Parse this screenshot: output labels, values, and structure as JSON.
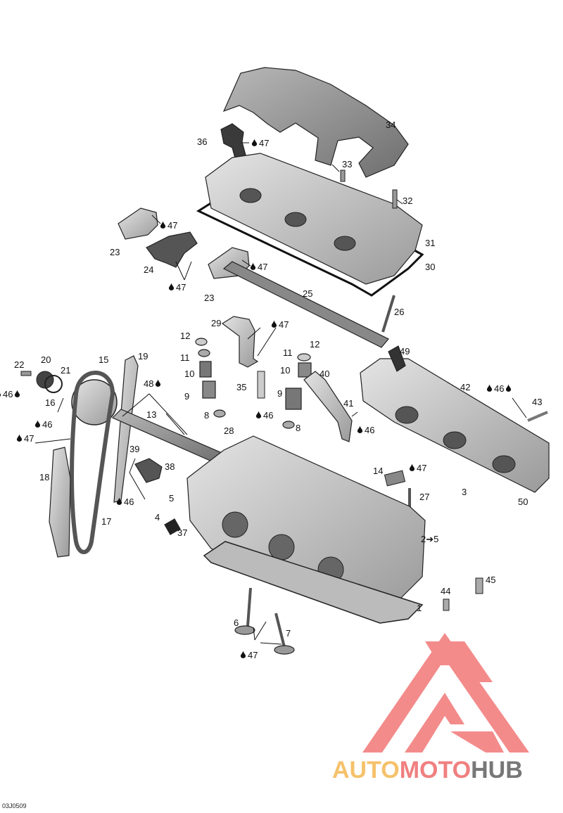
{
  "diagram_code": "03J0509",
  "watermark": {
    "part1": "AUTO",
    "part2": "MOTO",
    "part3": "HUB",
    "colors": {
      "auto": "#f5c26b",
      "moto": "#f08080",
      "hub": "#777777",
      "logo": "#f27777"
    }
  },
  "callouts": [
    {
      "id": "c34",
      "label": "34"
    },
    {
      "id": "c36",
      "label": "36"
    },
    {
      "id": "c47a",
      "label": "47"
    },
    {
      "id": "c33",
      "label": "33"
    },
    {
      "id": "c32",
      "label": "32"
    },
    {
      "id": "c31",
      "label": "31"
    },
    {
      "id": "c30",
      "label": "30"
    },
    {
      "id": "c47b",
      "label": "47"
    },
    {
      "id": "c23a",
      "label": "23"
    },
    {
      "id": "c24",
      "label": "24"
    },
    {
      "id": "c47c",
      "label": "47"
    },
    {
      "id": "c47d",
      "label": "47"
    },
    {
      "id": "c23b",
      "label": "23"
    },
    {
      "id": "c25",
      "label": "25"
    },
    {
      "id": "c26",
      "label": "26"
    },
    {
      "id": "c29",
      "label": "29"
    },
    {
      "id": "c47e",
      "label": "47"
    },
    {
      "id": "c12a",
      "label": "12"
    },
    {
      "id": "c11a",
      "label": "11"
    },
    {
      "id": "c10a",
      "label": "10"
    },
    {
      "id": "c9a",
      "label": "9"
    },
    {
      "id": "c8a",
      "label": "8"
    },
    {
      "id": "c35",
      "label": "35"
    },
    {
      "id": "c11b",
      "label": "11"
    },
    {
      "id": "c12b",
      "label": "12"
    },
    {
      "id": "c10b",
      "label": "10"
    },
    {
      "id": "c9b",
      "label": "9"
    },
    {
      "id": "c40",
      "label": "40"
    },
    {
      "id": "c49",
      "label": "49"
    },
    {
      "id": "c42",
      "label": "42"
    },
    {
      "id": "c46a",
      "label": "46"
    },
    {
      "id": "c43",
      "label": "43"
    },
    {
      "id": "c22",
      "label": "22"
    },
    {
      "id": "c20",
      "label": "20"
    },
    {
      "id": "c21",
      "label": "21"
    },
    {
      "id": "c15",
      "label": "15"
    },
    {
      "id": "c19",
      "label": "19"
    },
    {
      "id": "c48",
      "label": "48"
    },
    {
      "id": "c46b",
      "label": "46"
    },
    {
      "id": "c16",
      "label": "16"
    },
    {
      "id": "c13",
      "label": "13"
    },
    {
      "id": "c46c",
      "label": "46"
    },
    {
      "id": "c47f",
      "label": "47"
    },
    {
      "id": "c28",
      "label": "28"
    },
    {
      "id": "c46d",
      "label": "46"
    },
    {
      "id": "c8b",
      "label": "8"
    },
    {
      "id": "c41",
      "label": "41"
    },
    {
      "id": "c46e",
      "label": "46"
    },
    {
      "id": "c39",
      "label": "39"
    },
    {
      "id": "c38",
      "label": "38"
    },
    {
      "id": "c18",
      "label": "18"
    },
    {
      "id": "c5",
      "label": "5"
    },
    {
      "id": "c46f",
      "label": "46"
    },
    {
      "id": "c4",
      "label": "4"
    },
    {
      "id": "c37",
      "label": "37"
    },
    {
      "id": "c17",
      "label": "17"
    },
    {
      "id": "c14",
      "label": "14"
    },
    {
      "id": "c47g",
      "label": "47"
    },
    {
      "id": "c3",
      "label": "3"
    },
    {
      "id": "c27",
      "label": "27"
    },
    {
      "id": "c50",
      "label": "50"
    },
    {
      "id": "c2to5",
      "label": "2➔5"
    },
    {
      "id": "c45",
      "label": "45"
    },
    {
      "id": "c44",
      "label": "44"
    },
    {
      "id": "c1",
      "label": "1"
    },
    {
      "id": "c6",
      "label": "6"
    },
    {
      "id": "c7",
      "label": "7"
    },
    {
      "id": "c47h",
      "label": "47"
    }
  ]
}
